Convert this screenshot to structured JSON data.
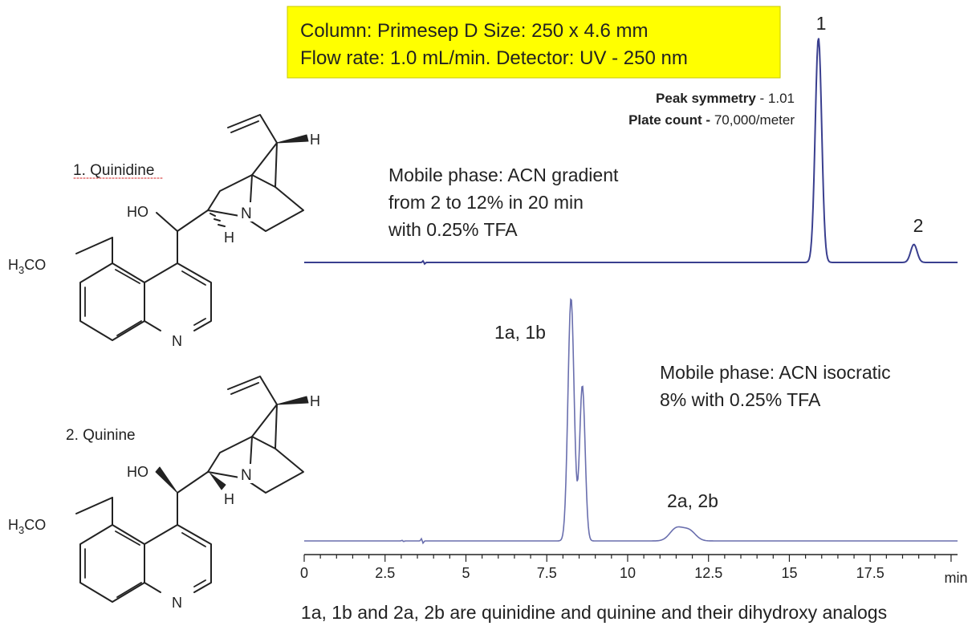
{
  "info_box": {
    "line1": "Column: Primesep D   Size: 250 x 4.6 mm",
    "line2": "Flow rate: 1.0 mL/min.  Detector: UV - 250 nm",
    "bg_color": "#ffff00"
  },
  "performance": {
    "symmetry_label": "Peak symmetry",
    "symmetry_value": " - 1.01",
    "plate_label": "Plate count - ",
    "plate_value": "70,000/meter"
  },
  "compounds": {
    "quinidine": {
      "label": "1. Quinidine",
      "atoms": {
        "h_top": "H",
        "ho": "HO",
        "n_ring": "N",
        "h_bottom": "H",
        "n_quin": "N",
        "h3c": "H",
        "sub3": "3",
        "co": "CO"
      }
    },
    "quinine": {
      "label": "2. Quinine",
      "atoms": {
        "h_top": "H",
        "ho": "HO",
        "n_ring": "N",
        "h_bottom": "H",
        "n_quin": "N",
        "h3c": "H",
        "sub3": "3",
        "co": "CO"
      }
    }
  },
  "trace_top": {
    "mobile_phase": [
      "Mobile phase: ACN gradient",
      "from 2 to 12% in 20 min",
      "with 0.25% TFA"
    ],
    "peak_labels": {
      "p1": "1",
      "p2": "2"
    }
  },
  "trace_bottom": {
    "mobile_phase": [
      "Mobile phase: ACN isocratic",
      "8% with 0.25% TFA"
    ],
    "peak_labels": {
      "p1": "1a, 1b",
      "p2": "2a, 2b"
    }
  },
  "footnote": "1a, 1b and 2a, 2b are quinidine and quinine and their dihydroxy analogs",
  "chart_data": {
    "type": "line",
    "xlabel": "min",
    "xlim": [
      0,
      20.2
    ],
    "x_ticks": [
      0,
      2.5,
      5,
      7.5,
      10,
      12.5,
      15,
      17.5
    ],
    "x_tick_labels": [
      "0",
      "2.5",
      "5",
      "7.5",
      "10",
      "12.5",
      "15",
      "17.5"
    ],
    "line_color_top": "#3a3f8f",
    "line_color_bottom": "#6a6fae",
    "series": [
      {
        "peaks": [
          {
            "label": "1",
            "rt": 15.9,
            "height": 1.0,
            "sigma": 0.1
          },
          {
            "label": "2",
            "rt": 18.85,
            "height": 0.08,
            "sigma": 0.1
          }
        ]
      },
      {
        "peaks": [
          {
            "label": "1a",
            "rt": 8.25,
            "height": 1.0,
            "sigma": 0.095
          },
          {
            "label": "1b",
            "rt": 8.6,
            "height": 0.64,
            "sigma": 0.085
          },
          {
            "label": "2a",
            "rt": 11.5,
            "height": 0.05,
            "sigma": 0.2
          },
          {
            "label": "2b",
            "rt": 11.9,
            "height": 0.042,
            "sigma": 0.2
          }
        ]
      }
    ]
  }
}
